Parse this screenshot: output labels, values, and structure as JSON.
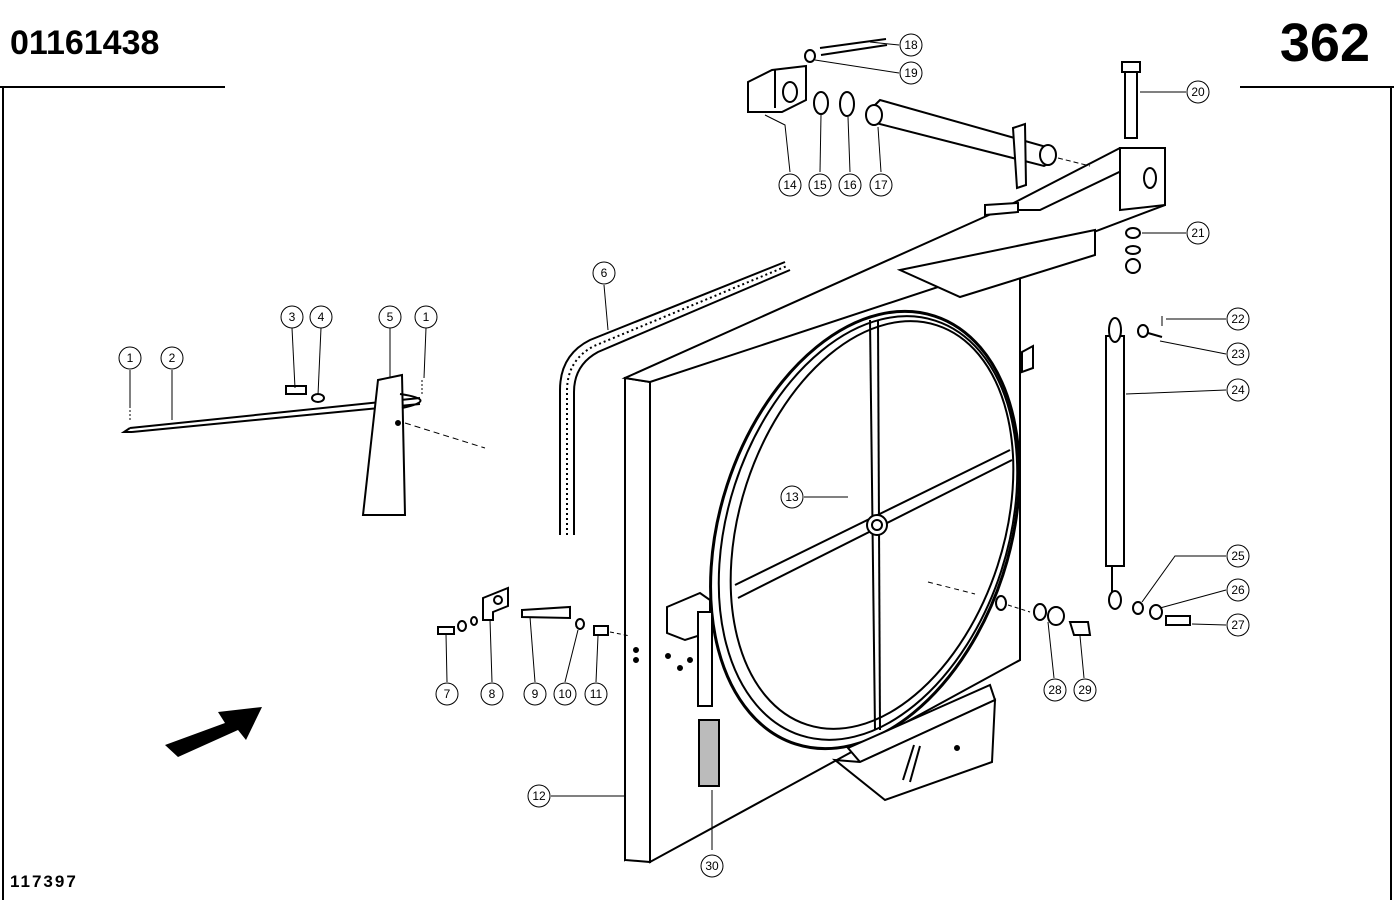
{
  "header": {
    "document_number": "01161438",
    "page_number": "362"
  },
  "footer": {
    "drawing_number": "117397"
  },
  "callouts": [
    "1",
    "2",
    "3",
    "4",
    "5",
    "1",
    "6",
    "7",
    "8",
    "9",
    "10",
    "11",
    "12",
    "13",
    "14",
    "15",
    "16",
    "17",
    "18",
    "19",
    "20",
    "21",
    "22",
    "23",
    "24",
    "25",
    "26",
    "27",
    "28",
    "29",
    "30"
  ]
}
